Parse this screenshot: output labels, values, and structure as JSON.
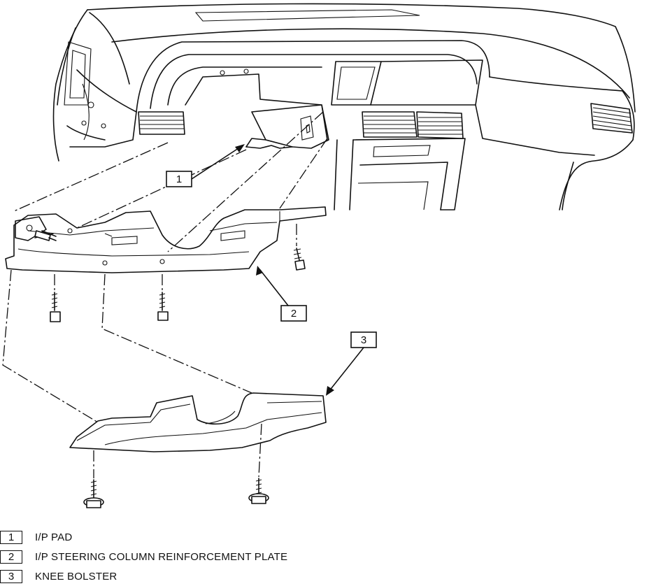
{
  "callouts": [
    {
      "number": "1",
      "label": "I/P PAD"
    },
    {
      "number": "2",
      "label": "I/P STEERING COLUMN REINFORCEMENT PLATE"
    },
    {
      "number": "3",
      "label": "KNEE BOLSTER"
    }
  ]
}
